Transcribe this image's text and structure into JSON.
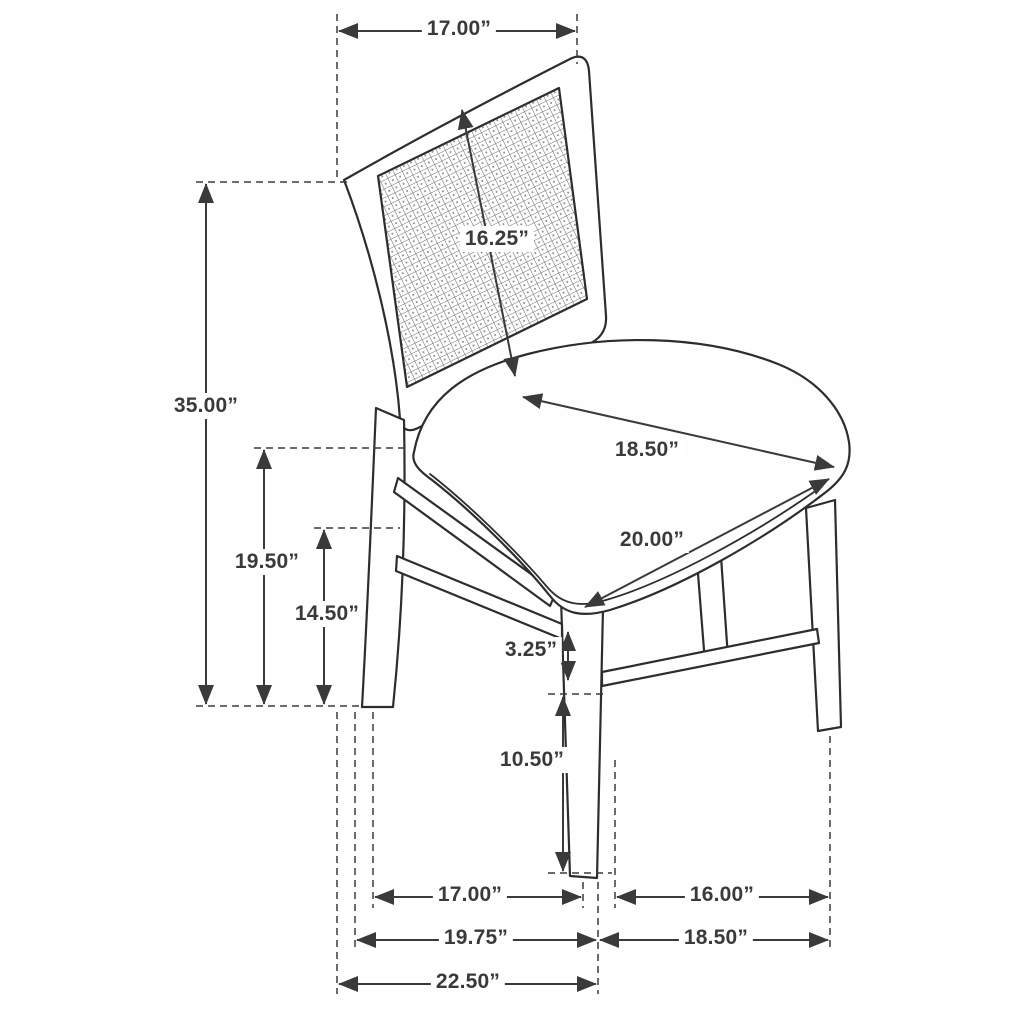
{
  "figure": {
    "subject": "dining-side-chair-with-cane-back",
    "line_color": "#2d2d2d",
    "dimension_color": "#3a3a3a",
    "background": "#ffffff"
  },
  "dims": {
    "top_width": "17.00”",
    "back_diagonal": "16.25”",
    "overall_height": "35.00”",
    "seat_height": "19.50”",
    "stretcher_height": "14.50”",
    "seat_depth": "18.50”",
    "seat_width": "20.00”",
    "stretcher_gap": "3.25”",
    "leg_height": "10.50”",
    "front_leg_span": "17.00”",
    "side_leg_span": "16.00”",
    "base_front_span": "19.75”",
    "base_side_span": "18.50”",
    "overall_depth": "22.50”"
  }
}
